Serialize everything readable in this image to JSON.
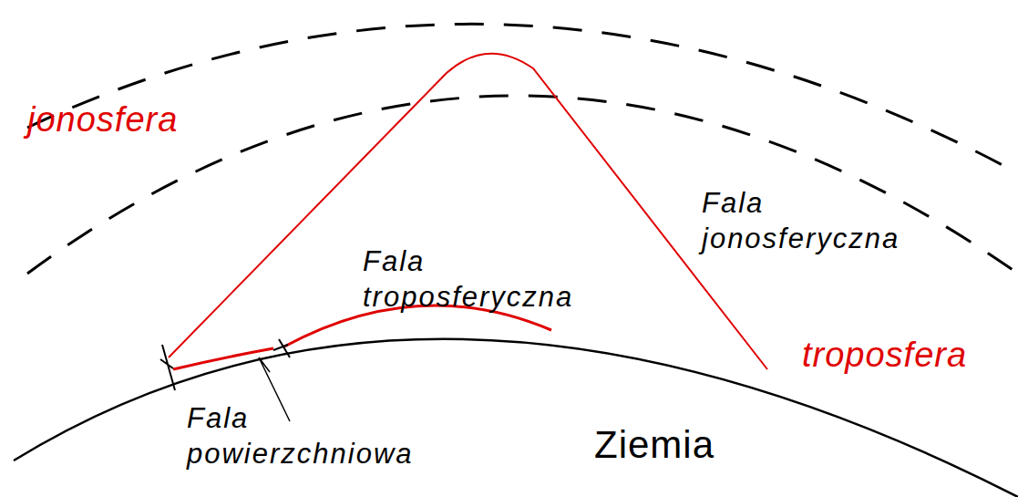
{
  "diagram": {
    "labels": [
      "jonosfera",
      "Fala troposferyczna",
      "Fala jonosferyczna",
      "troposfera",
      "Fala powierzchniowa",
      "Ziemia"
    ]
  }
}
